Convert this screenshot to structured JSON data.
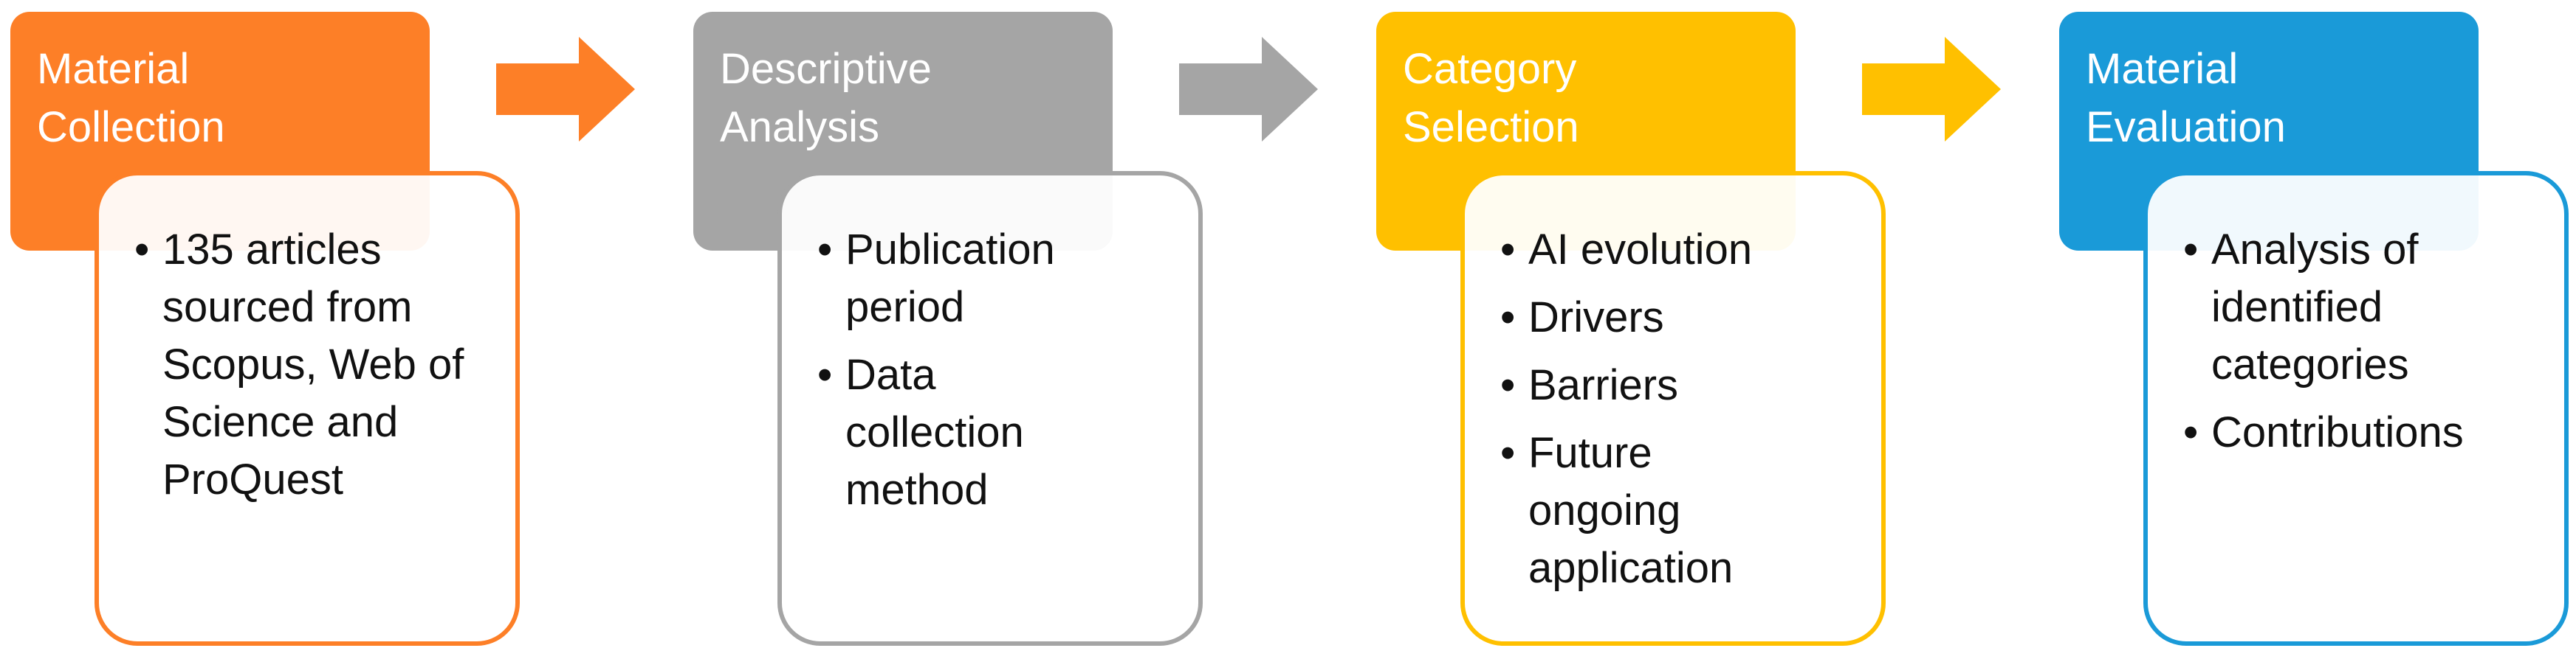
{
  "steps": [
    {
      "title_lines": [
        "Material",
        "Collection"
      ],
      "color": "#FD7F27",
      "bullets": [
        "135 articles sourced from Scopus, Web of Science and ProQuest"
      ]
    },
    {
      "title_lines": [
        "Descriptive",
        "Analysis"
      ],
      "color": "#A5A5A5",
      "bullets": [
        "Publication period",
        "Data collection method"
      ]
    },
    {
      "title_lines": [
        "Category",
        "Selection"
      ],
      "color": "#FFC000",
      "bullets": [
        "AI evolution",
        "Drivers",
        "Barriers",
        "Future ongoing application"
      ]
    },
    {
      "title_lines": [
        "Material",
        "Evaluation"
      ],
      "color": "#1A9AD8",
      "bullets": [
        "Analysis of identified categories",
        "Contributions"
      ]
    }
  ],
  "arrows": [
    {
      "color": "#FD7F27",
      "icon": "right-arrow-icon"
    },
    {
      "color": "#A5A5A5",
      "icon": "right-arrow-icon"
    },
    {
      "color": "#FFC000",
      "icon": "right-arrow-icon"
    }
  ]
}
